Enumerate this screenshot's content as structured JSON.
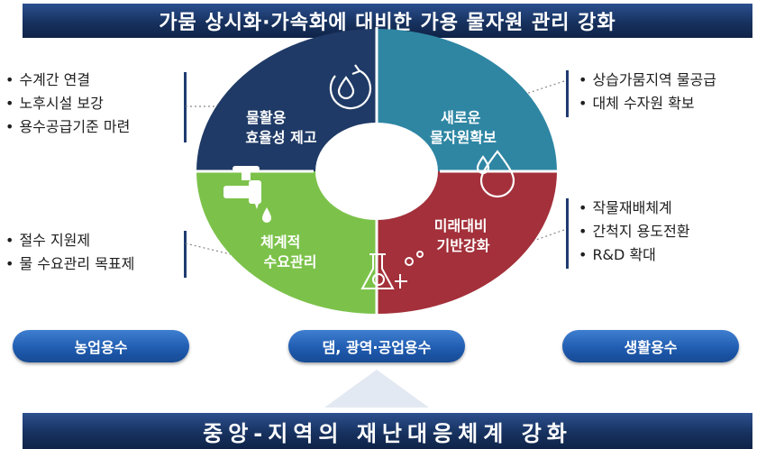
{
  "title": "가뭄 상시화·가속화에 대비한 가용 물자원 관리 강화",
  "footer": "중앙-지역의 재난대응체계 강화",
  "left_top_items": [
    "수계간 연결",
    "노후시설 보강",
    "용수공급기준 마련"
  ],
  "left_bottom_items": [
    "절수 지원제",
    "물 수요관리 목표제"
  ],
  "right_top_items": [
    "상습가뭄지역 물공급",
    "대체 수자원 확보"
  ],
  "right_mid_items": [
    "작물재배체계",
    "간척지 용도전환",
    "R&D 확대"
  ],
  "segments": {
    "efficiency": {
      "line1": "물활용",
      "line2": "효율성 제고",
      "color": "#1f3a66"
    },
    "new_water": {
      "line1": "새로운",
      "line2": "물자원확보",
      "color": "#2e86a3"
    },
    "future": {
      "line1": "미래대비",
      "line2": "기반강화",
      "color": "#a3303a"
    },
    "demand": {
      "line1": "체계적",
      "line2": "수요관리",
      "color": "#7cc24a"
    }
  },
  "pills": {
    "agri": "농업용수",
    "dam": "댐, 광역·공업용수",
    "life": "생활용수"
  }
}
